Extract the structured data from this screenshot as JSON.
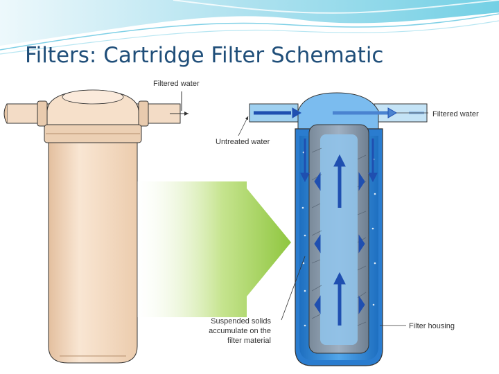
{
  "slide": {
    "title": "Filters: Cartridge Filter Schematic"
  },
  "labels": {
    "filtered_water_top": "Filtered water",
    "filtered_water_right": "Filtered water",
    "untreated_water": "Untreated water",
    "suspended_solids_line1": "Suspended solids",
    "suspended_solids_line2": "accumulate on the",
    "suspended_solids_line3": "filter material",
    "filter_housing": "Filter housing"
  },
  "colors": {
    "title": "#1f4e79",
    "housing_exterior": "#f1d6bd",
    "water_blue": "#2f86d6",
    "flow_arrow": "#1f4fb0",
    "big_arrow_green": "#8fc63f",
    "wave_accent": "#5bc8e0"
  }
}
